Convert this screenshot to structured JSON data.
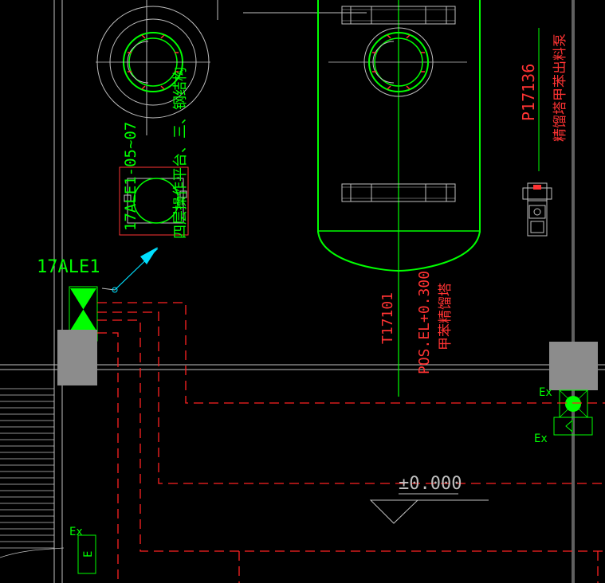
{
  "drawing": {
    "background": "#000000",
    "colors": {
      "equipment": "#00ff00",
      "dimension": "#ffffff",
      "annotation": "#ff3333",
      "hidden_line": "#ff2222",
      "leader": "#00e0ff",
      "device_fill": "#8c8c8c"
    }
  },
  "labels": {
    "device_tag": "17ALE1",
    "device_note": "17ALE1-05~07",
    "device_note_2": "四层操作平台、三、钢结构",
    "column_tag": "T17101",
    "column_elevation": "POS.EL+0.300",
    "column_name": "甲苯精馏塔",
    "pump_tag": "P17136",
    "pump_name": "精馏塔甲苯出料泵",
    "elevation_mark": "±0.000",
    "ex_label_1": "Ex",
    "ex_label_2": "Ex",
    "ex_label_3": "Ex",
    "box_letter": "E"
  }
}
